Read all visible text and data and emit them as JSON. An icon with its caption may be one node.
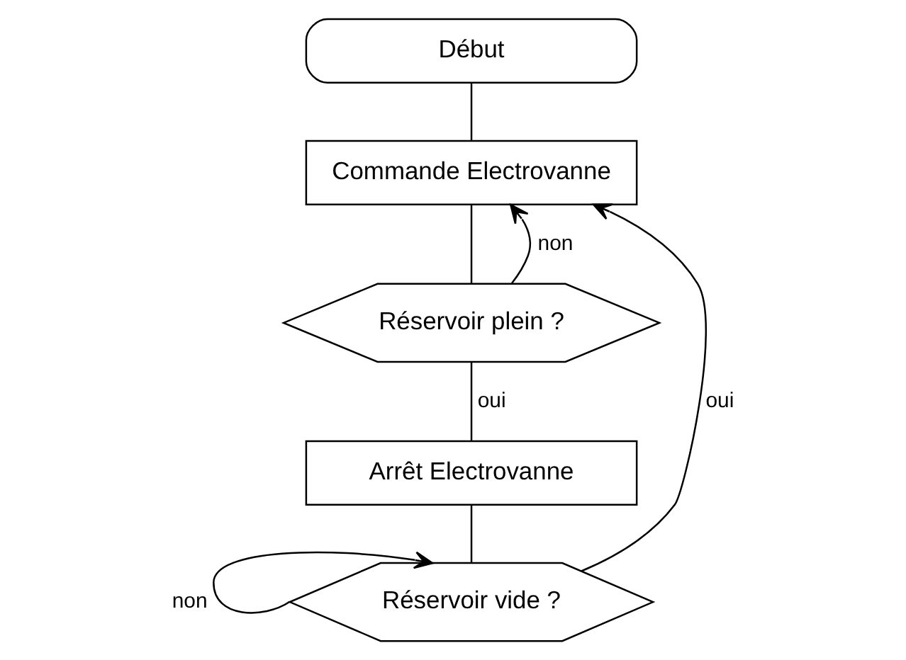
{
  "diagram": {
    "nodes": [
      {
        "text": [
          "Début"
        ]
      },
      {
        "text": [
          "Commande Electrovanne"
        ]
      },
      {
        "text": [
          "Réservoir plein ?"
        ]
      },
      {
        "text": [
          "Arrêt Electrovanne"
        ]
      },
      {
        "text": [
          "Réservoir vide ?"
        ]
      }
    ],
    "edges": [
      {
        "from": 0,
        "to": 1,
        "arrow": "none"
      },
      {
        "from": 1,
        "to": 2,
        "arrow": "none"
      },
      {
        "from": 2,
        "to": 1,
        "arrow": "to",
        "label": "non"
      },
      {
        "from": 2,
        "to": 3,
        "arrow": "none",
        "label": "oui"
      },
      {
        "from": 3,
        "to": 4,
        "arrow": "none"
      },
      {
        "from": 4,
        "to": 4,
        "arrow": "to",
        "label": "non"
      },
      {
        "from": 4,
        "to": 1,
        "arrow": "to",
        "label": "oui"
      }
    ]
  }
}
